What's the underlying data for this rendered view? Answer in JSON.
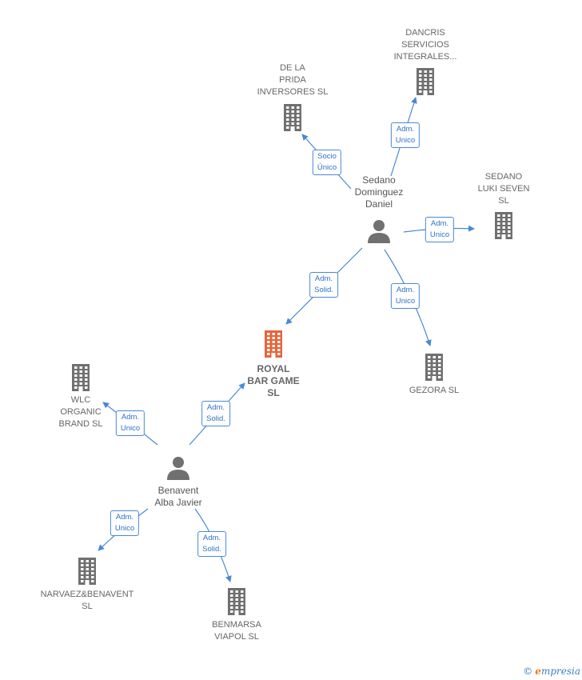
{
  "colors": {
    "company": "#707070",
    "main_company": "#e8633a",
    "person": "#707070",
    "edge": "#4a89d4"
  },
  "companies": [
    {
      "id": "royal",
      "lines": [
        "ROYAL",
        "BAR GAME",
        "SL"
      ],
      "main": true
    },
    {
      "id": "delaprida",
      "lines": [
        "DE LA",
        "PRIDA",
        "INVERSORES SL"
      ]
    },
    {
      "id": "dancris",
      "lines": [
        "DANCRIS",
        "SERVICIOS",
        "INTEGRALES..."
      ]
    },
    {
      "id": "sedanoluki",
      "lines": [
        "SEDANO",
        "LUKI SEVEN",
        "SL"
      ]
    },
    {
      "id": "gezora",
      "lines": [
        "GEZORA  SL"
      ]
    },
    {
      "id": "wlc",
      "lines": [
        "WLC",
        "ORGANIC",
        "BRAND  SL"
      ]
    },
    {
      "id": "narvaez",
      "lines": [
        "NARVAEZ&BENAVENT",
        "SL"
      ]
    },
    {
      "id": "benmarsa",
      "lines": [
        "BENMARSA",
        "VIAPOL  SL"
      ]
    }
  ],
  "persons": [
    {
      "id": "sedano",
      "lines": [
        "Sedano",
        "Dominguez",
        "Daniel"
      ]
    },
    {
      "id": "benavent",
      "lines": [
        "Benavent",
        "Alba Javier"
      ]
    }
  ],
  "edges": [
    {
      "id": "e1",
      "role": [
        "Socio",
        "Único"
      ]
    },
    {
      "id": "e2",
      "role": [
        "Adm.",
        "Unico"
      ]
    },
    {
      "id": "e3",
      "role": [
        "Adm.",
        "Unico"
      ]
    },
    {
      "id": "e4",
      "role": [
        "Adm.",
        "Solid."
      ]
    },
    {
      "id": "e5",
      "role": [
        "Adm.",
        "Unico"
      ]
    },
    {
      "id": "e6",
      "role": [
        "Adm.",
        "Solid."
      ]
    },
    {
      "id": "e7",
      "role": [
        "Adm.",
        "Unico"
      ]
    },
    {
      "id": "e8",
      "role": [
        "Adm.",
        "Unico"
      ]
    },
    {
      "id": "e9",
      "role": [
        "Adm.",
        "Solid."
      ]
    }
  ],
  "footer": {
    "copyright": "©",
    "brand_initial": "e",
    "brand_rest": "mpresia"
  }
}
